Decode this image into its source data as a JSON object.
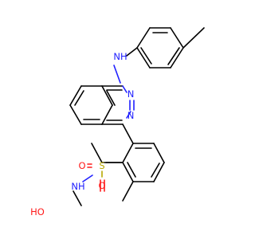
{
  "colors": {
    "carbon": "#000000",
    "nitrogen": "#2020ff",
    "oxygen": "#ff1a1a",
    "sulfur": "#b8a800"
  },
  "atoms": {
    "nh_top": "NH",
    "n_ring_upper": "N",
    "n_ring_lower": "N",
    "s": "S",
    "o_left": "O",
    "o_bottom": "O",
    "nh_sulfonamide": "NH",
    "ho": "HO"
  }
}
